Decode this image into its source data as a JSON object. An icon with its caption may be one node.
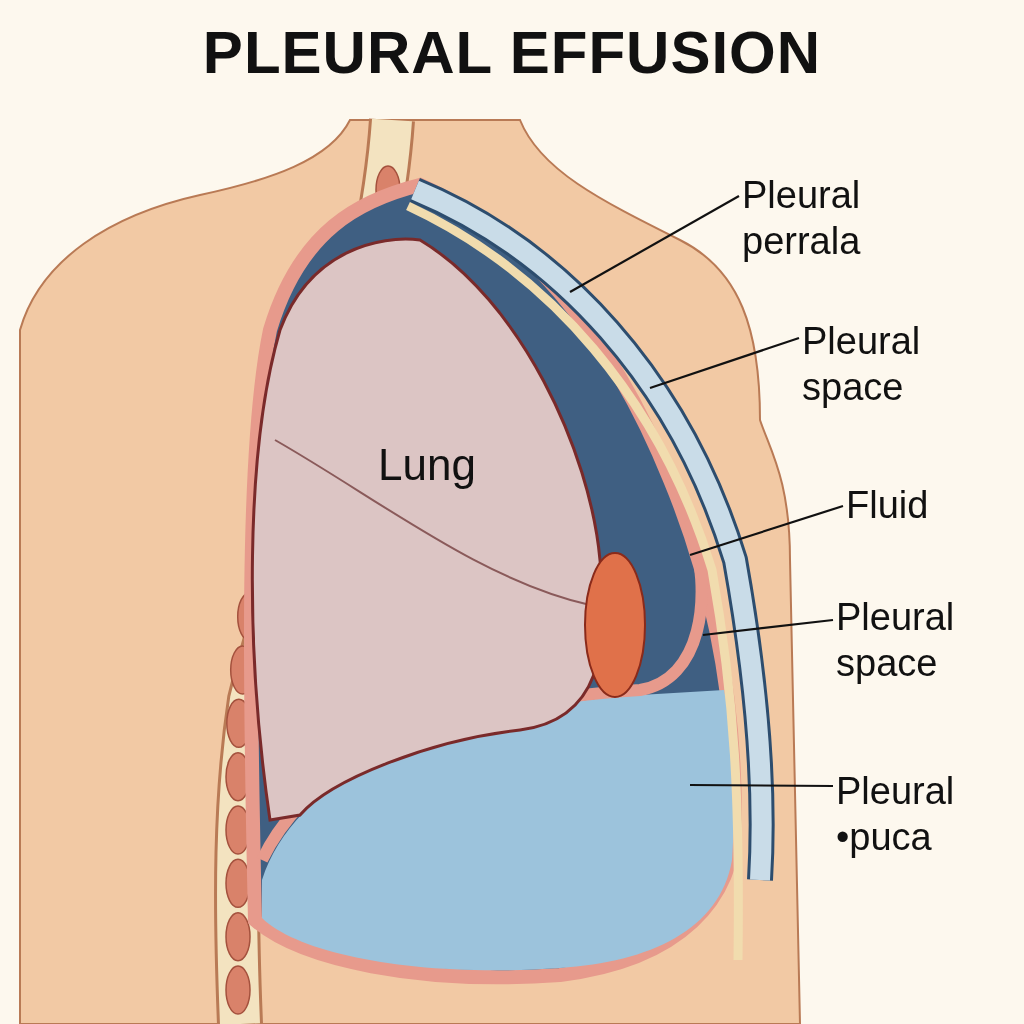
{
  "diagram": {
    "title": "PLEURAL EFFUSION",
    "nodes": [
      {
        "text": [
          "Pleural perrala"
        ]
      },
      {
        "text": [
          "Pleural space"
        ]
      },
      {
        "text": [
          "Fluid"
        ]
      },
      {
        "text": [
          "Pleural space"
        ]
      },
      {
        "text": [
          "Pleural •puca"
        ]
      }
    ],
    "edges": [
      {
        "from": 0,
        "to": null,
        "arrow": "none"
      },
      {
        "from": 1,
        "to": null,
        "arrow": "none"
      },
      {
        "from": 2,
        "to": null,
        "arrow": "none"
      },
      {
        "from": 3,
        "to": null,
        "arrow": "none"
      },
      {
        "from": 4,
        "to": null,
        "arrow": "none"
      }
    ],
    "labels": [
      "Lung"
    ]
  }
}
